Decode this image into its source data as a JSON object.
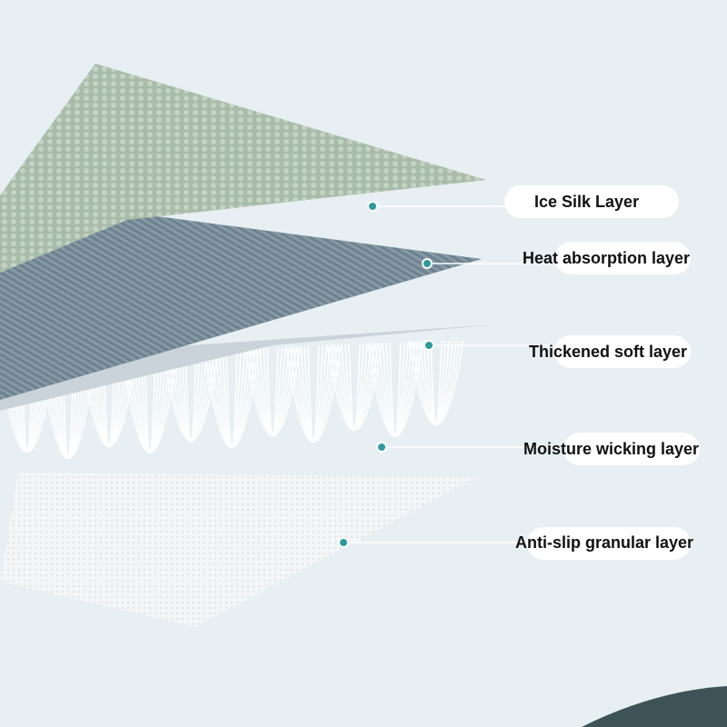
{
  "labels": [
    {
      "text": "Ice Silk Layer"
    },
    {
      "text": "Heat absorption layer"
    },
    {
      "text": "Thickened soft layer"
    },
    {
      "text": "Moisture wicking layer"
    },
    {
      "text": "Anti-slip granular layer"
    }
  ],
  "colors": {
    "background": "#e7eff2",
    "ice_silk": "#a9bca9",
    "heat_absorption": "#6c8290",
    "soft_layer": "#c9d3d9",
    "fibers": "#ffffff",
    "anti_slip": "#f3f5f6",
    "marker": "#2f9a9e",
    "corner": "#3d5358"
  }
}
